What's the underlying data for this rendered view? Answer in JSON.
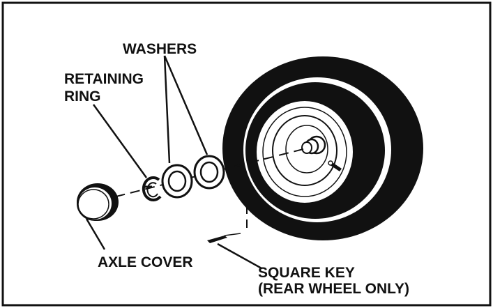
{
  "labels": {
    "washers": "WASHERS",
    "retaining_ring_line1": "RETAINING",
    "retaining_ring_line2": "RING",
    "axle_cover": "AXLE COVER",
    "square_key_line1": "SQUARE KEY",
    "square_key_line2": "(REAR WHEEL ONLY)"
  },
  "colors": {
    "ink": "#111111",
    "paper": "#ffffff"
  },
  "parts": [
    "axle-cover",
    "retaining-ring",
    "washer",
    "washer",
    "wheel-tire",
    "axle-hub",
    "square-key"
  ]
}
